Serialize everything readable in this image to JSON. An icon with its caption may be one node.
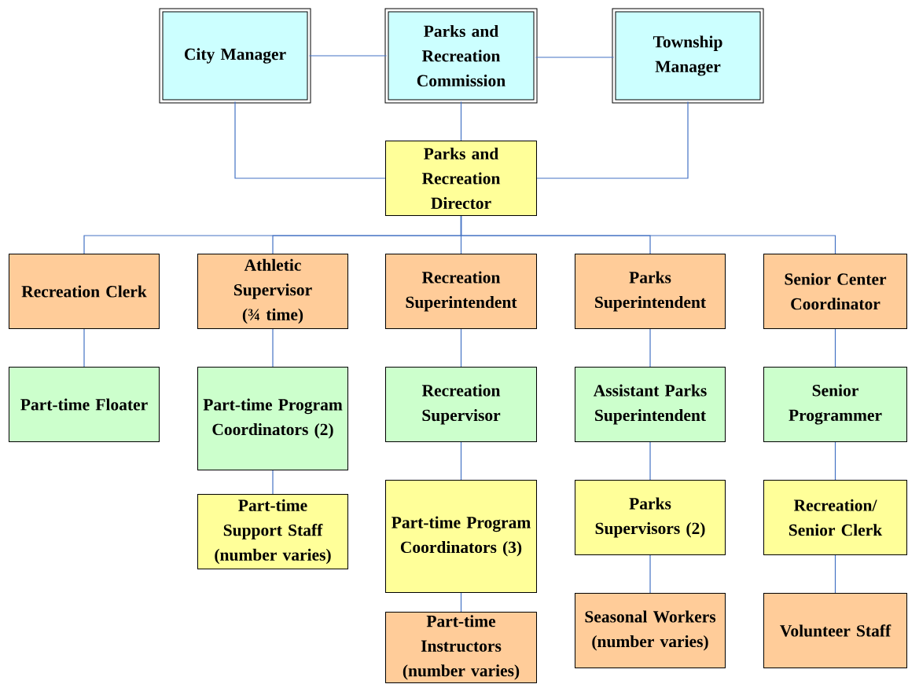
{
  "diagram": {
    "nodes": [
      {
        "text": [
          "City Manager"
        ]
      },
      {
        "text": [
          "Parks and Recreation Commission"
        ]
      },
      {
        "text": [
          "Township Manager"
        ]
      },
      {
        "text": [
          "Parks and Recreation Director"
        ]
      },
      {
        "text": [
          "Recreation Clerk"
        ]
      },
      {
        "text": [
          "Athletic Supervisor (¾ time)"
        ]
      },
      {
        "text": [
          "Recreation Superintendent"
        ]
      },
      {
        "text": [
          "Parks Superintendent"
        ]
      },
      {
        "text": [
          "Senior Center Coordinator"
        ]
      },
      {
        "text": [
          "Part-time Floater"
        ]
      },
      {
        "text": [
          "Part-time Program Coordinators (2)"
        ]
      },
      {
        "text": [
          "Recreation Supervisor"
        ]
      },
      {
        "text": [
          "Assistant Parks Superintendent"
        ]
      },
      {
        "text": [
          "Senior Programmer"
        ]
      },
      {
        "text": [
          "Part-time Support Staff (number varies)"
        ]
      },
      {
        "text": [
          "Part-time Program Coordinators (3)"
        ]
      },
      {
        "text": [
          "Parks Supervisors (2)"
        ]
      },
      {
        "text": [
          "Recreation/ Senior Clerk"
        ]
      },
      {
        "text": [
          "Part-time Instructors (number varies)"
        ]
      },
      {
        "text": [
          "Seasonal Workers (number varies)"
        ]
      },
      {
        "text": [
          "Volunteer Staff"
        ]
      }
    ],
    "edges": [
      {
        "from": 0,
        "to": 1,
        "arrow": "none"
      },
      {
        "from": 1,
        "to": 2,
        "arrow": "none"
      },
      {
        "from": 0,
        "to": 3,
        "arrow": "none"
      },
      {
        "from": 1,
        "to": 3,
        "arrow": "none"
      },
      {
        "from": 2,
        "to": 3,
        "arrow": "none"
      },
      {
        "from": 3,
        "to": 4,
        "arrow": "none"
      },
      {
        "from": 3,
        "to": 5,
        "arrow": "none"
      },
      {
        "from": 3,
        "to": 6,
        "arrow": "none"
      },
      {
        "from": 3,
        "to": 7,
        "arrow": "none"
      },
      {
        "from": 3,
        "to": 8,
        "arrow": "none"
      },
      {
        "from": 4,
        "to": 9,
        "arrow": "none"
      },
      {
        "from": 5,
        "to": 10,
        "arrow": "none"
      },
      {
        "from": 10,
        "to": 14,
        "arrow": "none"
      },
      {
        "from": 6,
        "to": 11,
        "arrow": "none"
      },
      {
        "from": 11,
        "to": 15,
        "arrow": "none"
      },
      {
        "from": 15,
        "to": 18,
        "arrow": "none"
      },
      {
        "from": 7,
        "to": 12,
        "arrow": "none"
      },
      {
        "from": 12,
        "to": 16,
        "arrow": "none"
      },
      {
        "from": 16,
        "to": 19,
        "arrow": "none"
      },
      {
        "from": 8,
        "to": 13,
        "arrow": "none"
      },
      {
        "from": 13,
        "to": 17,
        "arrow": "none"
      },
      {
        "from": 17,
        "to": 20,
        "arrow": "none"
      }
    ]
  }
}
